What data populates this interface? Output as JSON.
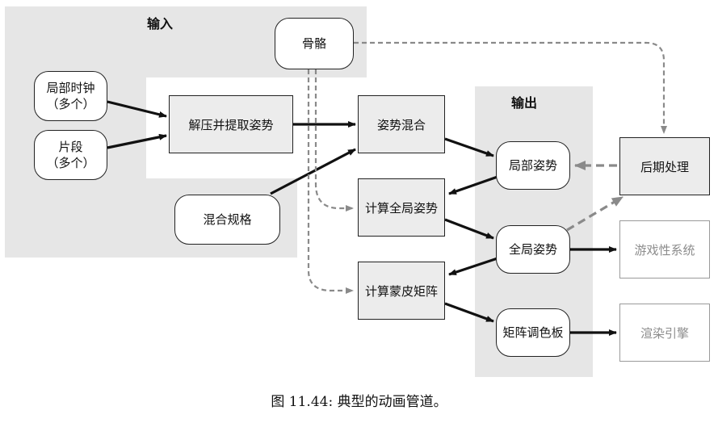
{
  "inputs_title": "输入",
  "outputs_title": "输出",
  "nodes": {
    "skeleton": "骨骼",
    "local_clock": [
      "局部时钟",
      "（多个）"
    ],
    "clip": [
      "片段",
      "（多个）"
    ],
    "blend_spec": "混合规格",
    "decompress": "解压并提取姿势",
    "pose_blend": "姿势混合",
    "calc_global_pose": "计算全局姿势",
    "calc_skin_matrix": "计算蒙皮矩阵",
    "local_pose": "局部姿势",
    "global_pose": "全局姿势",
    "matrix_palette": "矩阵调色板",
    "post_process": "后期处理",
    "game_systems": "游戏性系统",
    "render_engine": "渲染引擎"
  },
  "caption": "图 11.44: 典型的动画管道。",
  "colors": {
    "region": "#e6e6e6",
    "solid_arrow": "#111111",
    "dashed_arrow": "#8a8a8a"
  }
}
